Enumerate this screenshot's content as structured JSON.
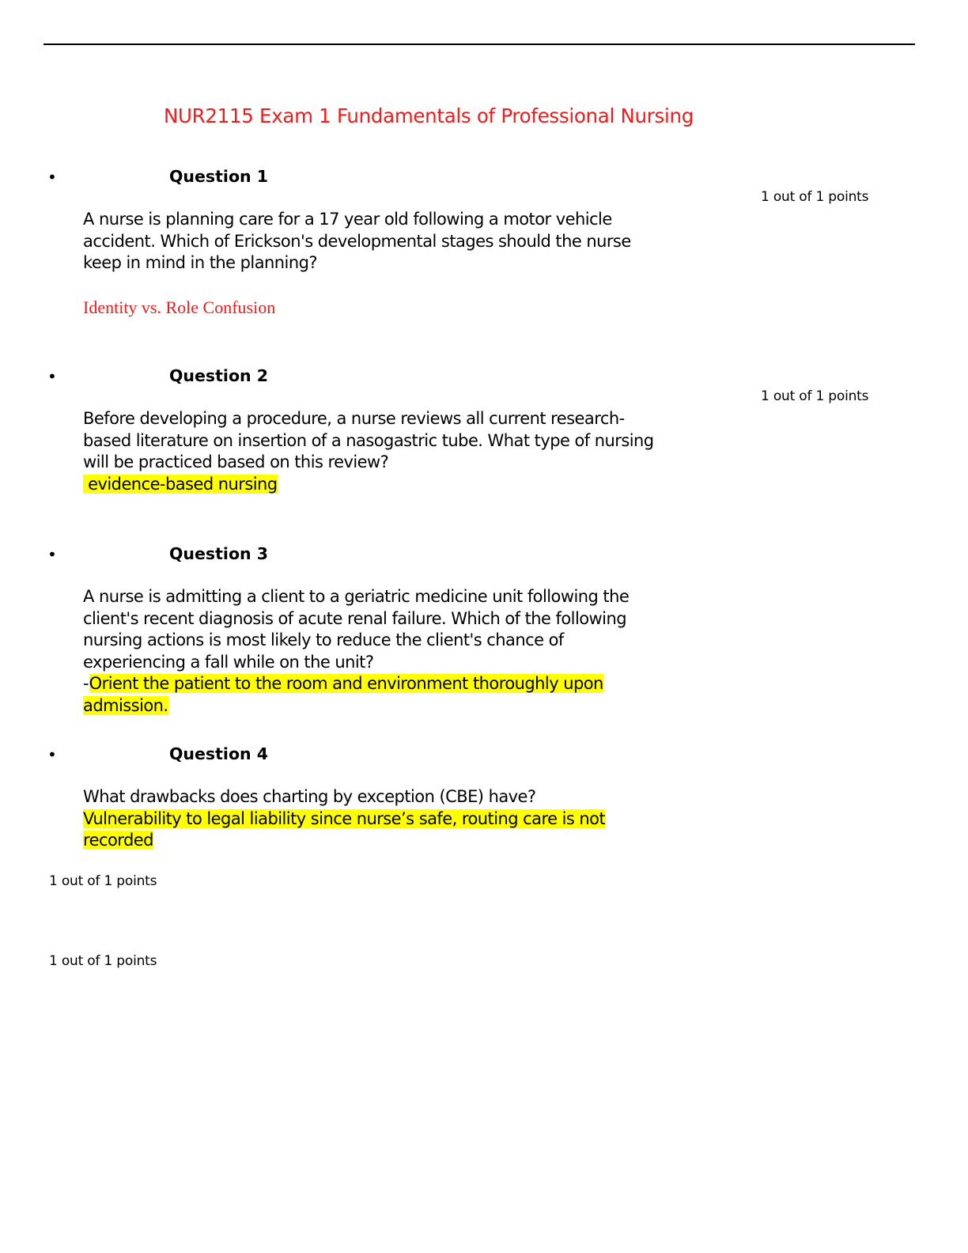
{
  "title": "NUR2115 Exam 1 Fundamentals of Professional Nursing",
  "bullet": "•",
  "questions": [
    {
      "label": "Question 1",
      "points": "1 out of 1 points",
      "lines": [
        "A nurse is planning care for a 17 year old following a motor vehicle",
        "accident. Which of Erickson's developmental stages should the nurse",
        "keep in mind in the planning?"
      ],
      "answer": [
        "Identity vs. Role Confusion"
      ]
    },
    {
      "label": "Question 2",
      "points": "1 out of 1 points",
      "lines": [
        "Before developing a procedure, a nurse reviews all current research-",
        "based literature on insertion of a nasogastric tube. What type of nursing",
        "will be practiced based on this review?"
      ],
      "answer": [
        " evidence-based nursing"
      ]
    },
    {
      "label": "Question 3",
      "lines": [
        "A nurse is admitting a client to a geriatric medicine unit following the",
        "client's recent diagnosis of acute renal failure. Which of the following",
        "nursing actions is most likely to reduce the client's chance of",
        "experiencing a fall while on the unit?"
      ],
      "answer_prefix": "-",
      "answer": [
        "Orient the patient to the room and environment thoroughly upon",
        "admission."
      ]
    },
    {
      "label": "Question 4",
      "lines": [
        "What drawbacks does charting by exception (CBE) have?"
      ],
      "answer": [
        "Vulnerability to legal liability since nurse’s safe, routing care is not",
        "recorded"
      ]
    }
  ],
  "extra_points": [
    "1 out of 1 points",
    "1 out of 1 points"
  ]
}
